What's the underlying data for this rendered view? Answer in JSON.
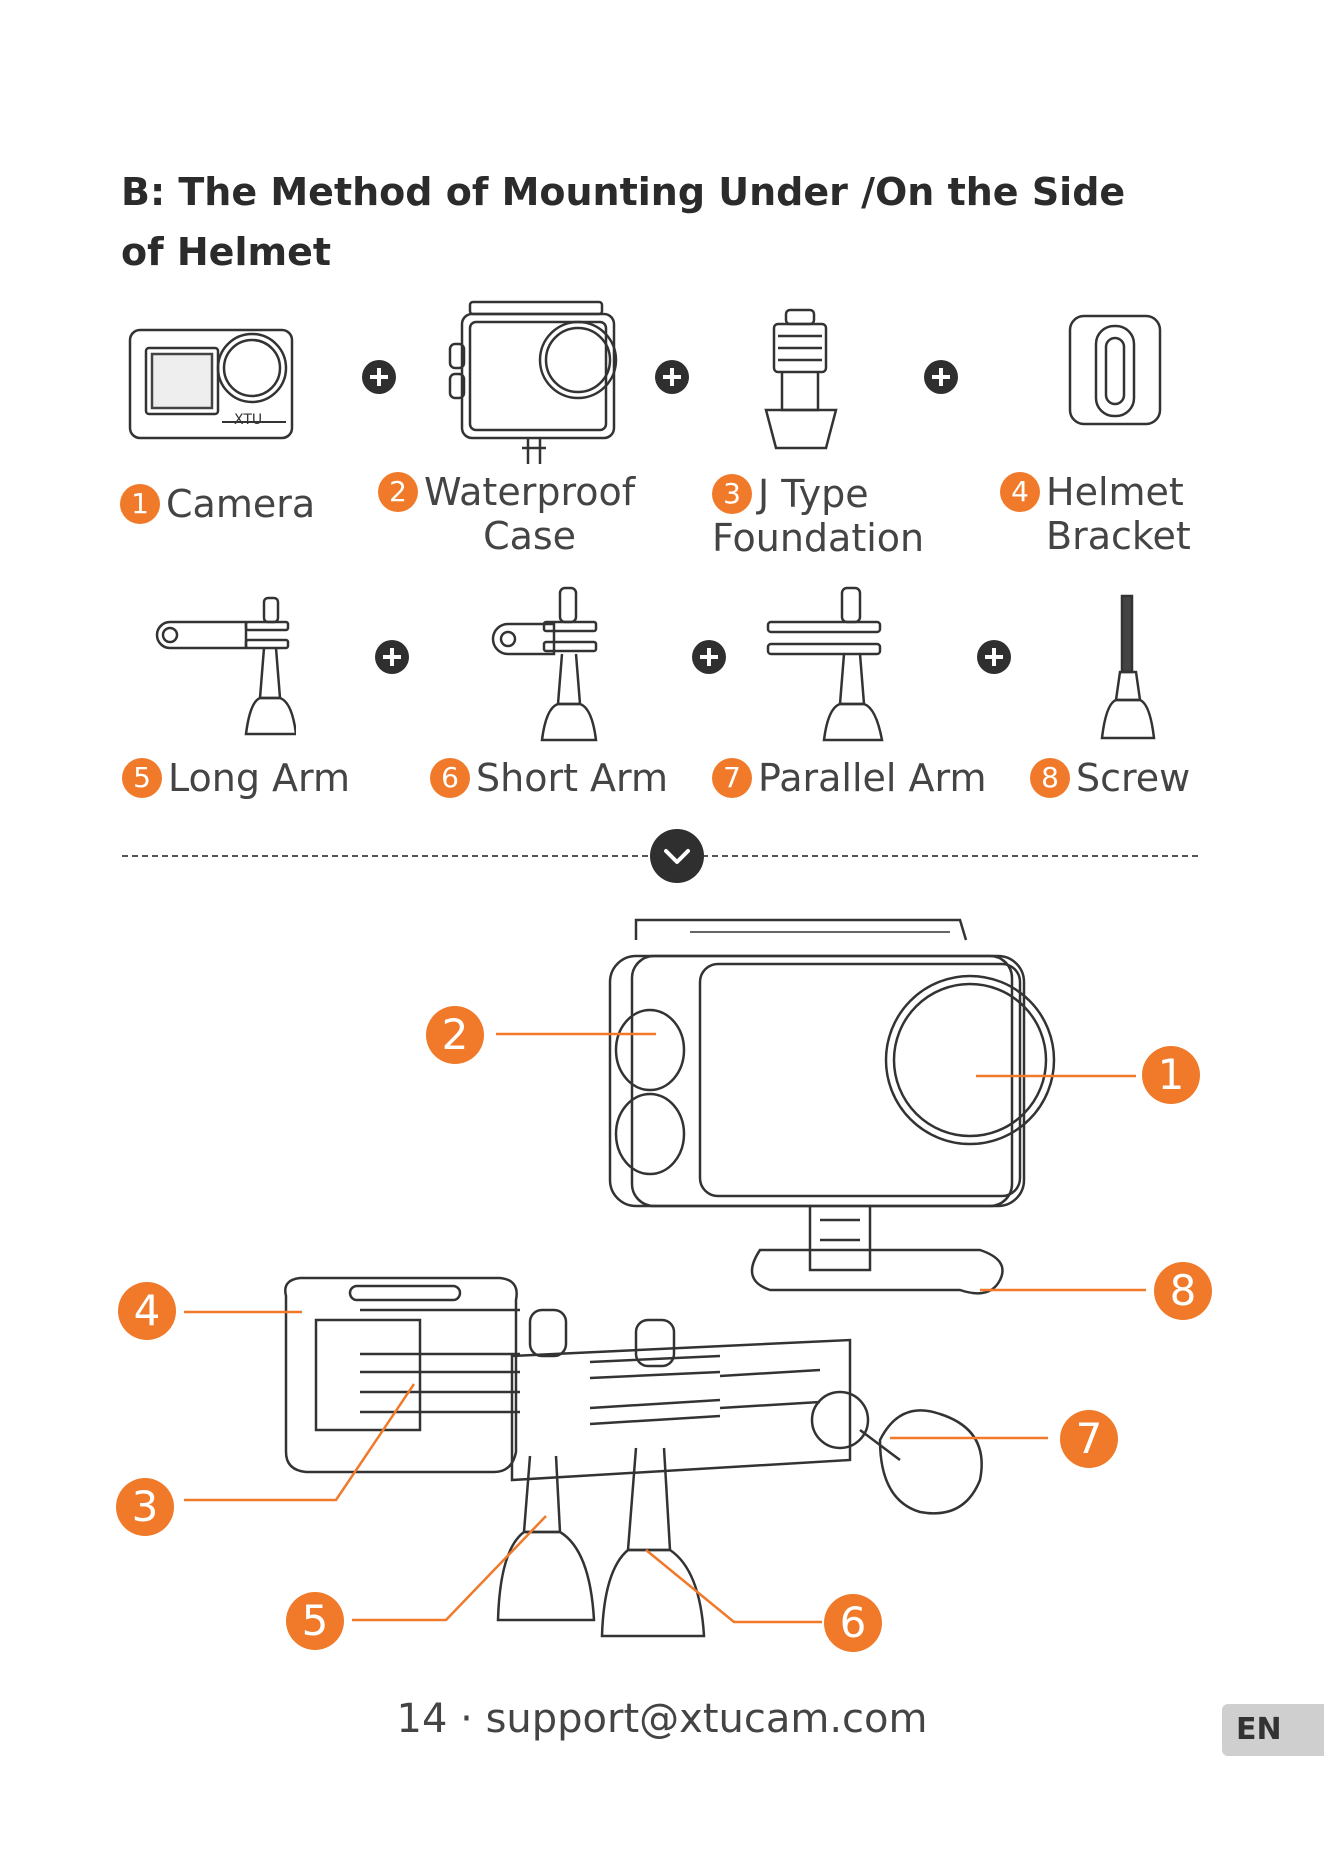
{
  "title": "B: The Method of Mounting Under /On the Side of Helmet",
  "parts_row1": [
    {
      "num": "1",
      "line1": "Camera",
      "line2": ""
    },
    {
      "num": "2",
      "line1": "Waterproof",
      "line2": "Case"
    },
    {
      "num": "3",
      "line1": "J Type",
      "line2": "Foundation"
    },
    {
      "num": "4",
      "line1": "Helmet",
      "line2": "Bracket"
    }
  ],
  "parts_row2": [
    {
      "num": "5",
      "line1": "Long Arm"
    },
    {
      "num": "6",
      "line1": "Short Arm"
    },
    {
      "num": "7",
      "line1": "Parallel Arm"
    },
    {
      "num": "8",
      "line1": "Screw"
    }
  ],
  "camera_brand": "XTU",
  "callouts": [
    "1",
    "2",
    "3",
    "4",
    "5",
    "6",
    "7",
    "8"
  ],
  "footer": "14 · support@xtucam.com",
  "language": "EN",
  "colors": {
    "accent": "#f07a2a",
    "dark": "#2f2f2f"
  }
}
